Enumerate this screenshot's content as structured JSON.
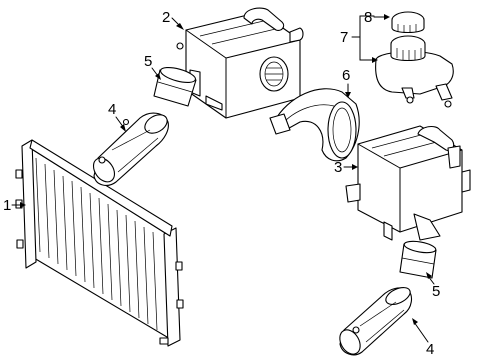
{
  "callouts": {
    "c1": "1",
    "c2": "2",
    "c3": "3",
    "c4_upper": "4",
    "c4_lower": "4",
    "c5_upper": "5",
    "c5_lower": "5",
    "c6": "6",
    "c7": "7",
    "c8": "8"
  },
  "colors": {
    "line": "#000000",
    "background": "#ffffff"
  }
}
